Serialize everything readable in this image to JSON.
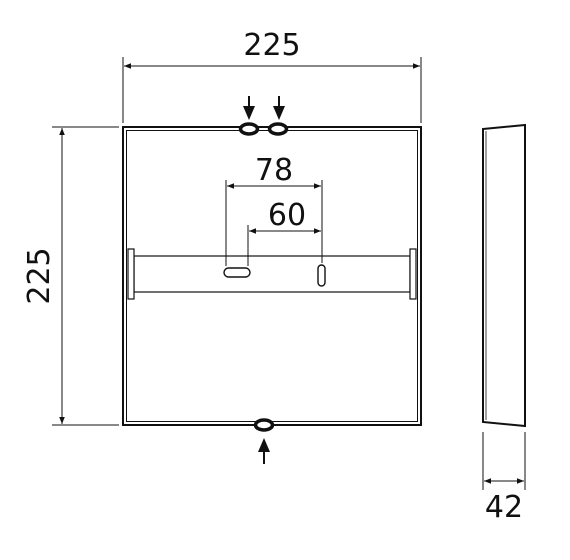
{
  "colors": {
    "line": "#111111",
    "background": "#ffffff"
  },
  "dimensions": {
    "width": "225",
    "height": "225",
    "slot_spacing_outer": "78",
    "slot_spacing_inner": "60",
    "depth": "42"
  }
}
